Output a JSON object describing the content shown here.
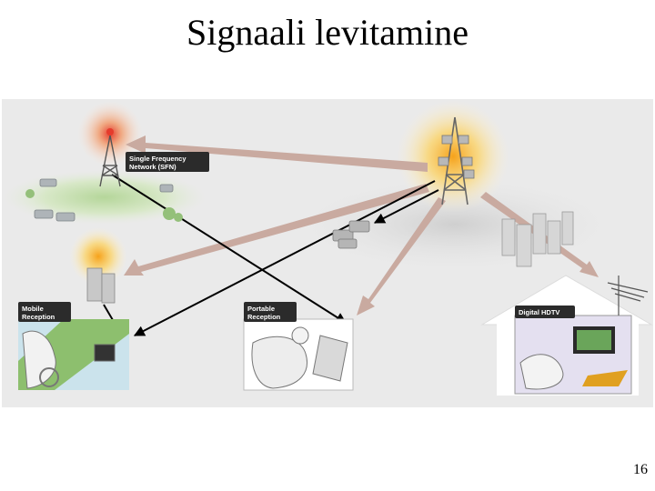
{
  "title": "Signaali levitamine",
  "page_number": "16",
  "diagram": {
    "labels": {
      "sfn_line1": "Single Frequency",
      "sfn_line2": "Network (SFN)",
      "mobile_line1": "Mobile",
      "mobile_line2": "Reception",
      "portable_line1": "Portable",
      "portable_line2": "Reception",
      "hdtv": "Digital HDTV"
    },
    "colors": {
      "background": "#eaeaea",
      "thick_arrow": "#c9aaa0",
      "thin_arrow": "#000000",
      "label_box": "#2b2b2b",
      "glow_red": "#e53b2c",
      "glow_orange": "#f6a21b",
      "ground_green": "#c8e0b4"
    }
  }
}
